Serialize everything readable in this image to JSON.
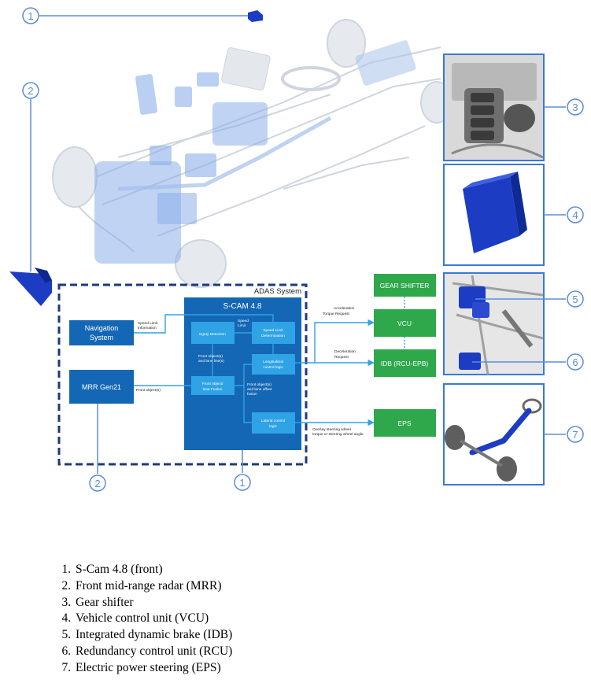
{
  "callouts": [
    "1",
    "2",
    "3",
    "4",
    "5",
    "6",
    "7"
  ],
  "adas": {
    "system_label": "ADAS System",
    "scam_title": "S-CAM 4.8",
    "nav_system": [
      "Navigation",
      "System"
    ],
    "mrr": "MRR Gen21",
    "blocks": {
      "egoq": "EgoQ Detection",
      "speed_limit": [
        "Speed Limit",
        "Determination"
      ],
      "front_fusion": [
        "Front object/",
        "lane Fusion"
      ],
      "longitudinal": [
        "Longitudinal",
        "control logic"
      ],
      "lateral": [
        "Lateral control",
        "logic"
      ]
    },
    "labels": {
      "speed_limit_info": [
        "Speed Limit",
        "information"
      ],
      "front_objects": "Front object(s)",
      "speed_limit_small": [
        "Speed",
        "Limit"
      ],
      "front_objects_lane": [
        "Front object(s)",
        "and lane line(s)"
      ],
      "front_objects_lane_fusion": [
        "Front object(s)",
        "and lane offset",
        "fusion"
      ],
      "accel_request": [
        "Acceleration",
        "Torque Request"
      ],
      "decel_request": [
        "Deceleration",
        "Request"
      ],
      "overlay_steering": [
        "Overlay steering wheel",
        "torque or steering wheel angle"
      ]
    }
  },
  "green_boxes": {
    "gear_shifter": "GEAR SHIFTER",
    "vcu": "VCU",
    "idb": "IDB (RCU-EPB)",
    "eps": "EPS"
  },
  "legend": [
    "S-Cam 4.8 (front)",
    "Front mid-range radar (MRR)",
    "Gear shifter",
    "Vehicle control unit (VCU)",
    "Integrated dynamic brake (IDB)",
    "Redundancy control unit (RCU)",
    "Electric power steering (EPS)"
  ],
  "colors": {
    "callout": "#5b8dd9",
    "blue_dark": "#1467b4",
    "blue_mid": "#1a7cd0",
    "blue_light": "#2fa3e6",
    "green": "#2ea84b",
    "dash": "#1f3a78",
    "frame": "#3a78d8",
    "ghost": "#c9d1dc",
    "highlight": "#7fa6e6",
    "part": "#1c3cc4"
  }
}
